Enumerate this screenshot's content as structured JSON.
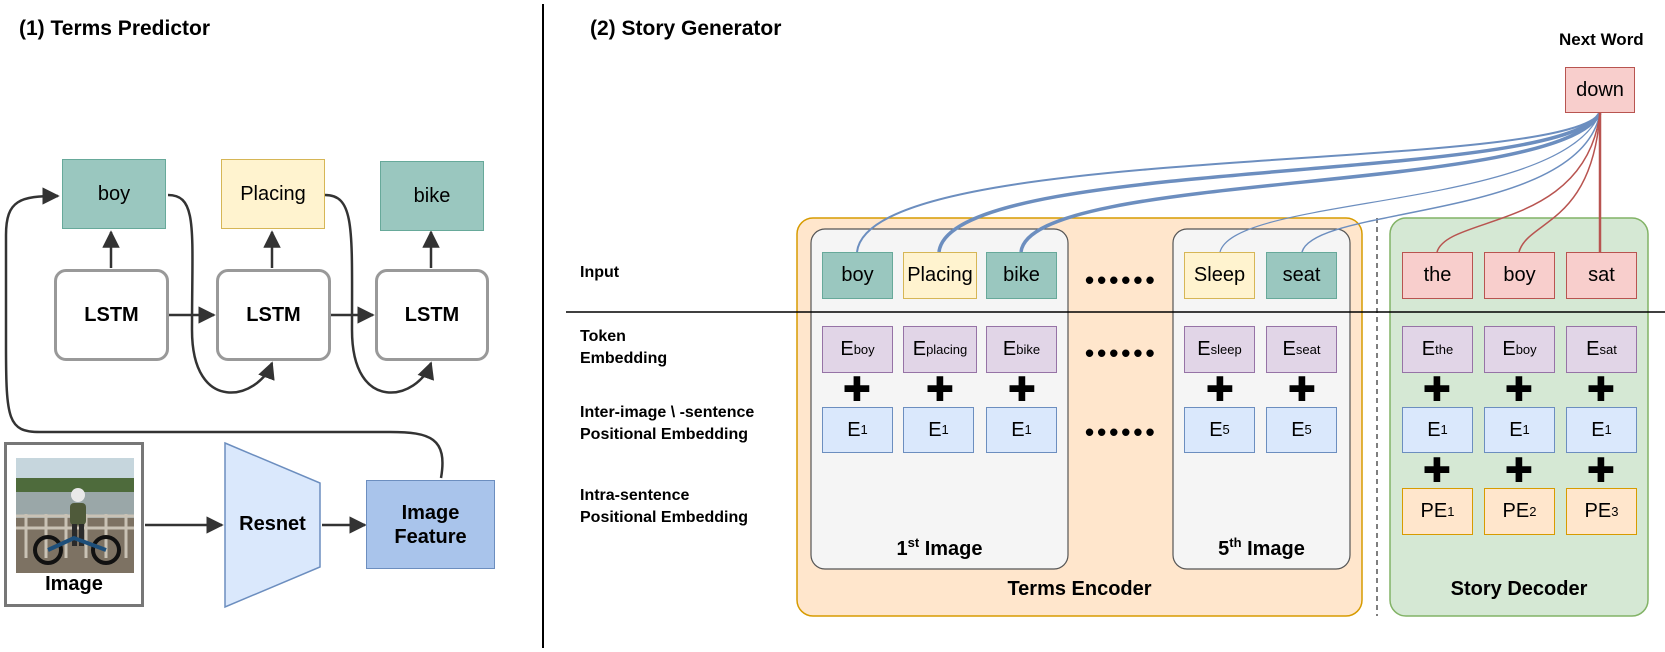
{
  "panel1": {
    "title": "(1) Terms Predictor",
    "predicted_terms": [
      "boy",
      "Placing",
      "bike"
    ],
    "lstm_label": "LSTM",
    "image_label": "Image",
    "resnet_label": "Resnet",
    "image_feature_line1": "Image",
    "image_feature_line2": "Feature"
  },
  "panel2": {
    "title": "(2) Story Generator",
    "next_word_label": "Next Word",
    "next_word": "down",
    "row_labels": {
      "input": "Input",
      "token_line1": "Token",
      "token_line2": "Embedding",
      "inter_line1": "Inter-image \\ -sentence",
      "inter_line2": "Positional Embedding",
      "intra_line1": "Intra-sentence",
      "intra_line2": "Positional Embedding"
    },
    "encoder": {
      "label": "Terms Encoder",
      "image1": {
        "ordinal": "1",
        "suffix": "st",
        "word": "Image",
        "terms": [
          "boy",
          "Placing",
          "bike"
        ],
        "token_subs": [
          "boy",
          "placing",
          "bike"
        ],
        "pos_subs": [
          "1",
          "1",
          "1"
        ]
      },
      "image5": {
        "ordinal": "5",
        "suffix": "th",
        "word": "Image",
        "terms": [
          "Sleep",
          "seat"
        ],
        "token_subs": [
          "sleep",
          "seat"
        ],
        "pos_subs": [
          "5",
          "5"
        ]
      },
      "ellipsis": "••••••"
    },
    "decoder": {
      "label": "Story Decoder",
      "words": [
        "the",
        "boy",
        "sat"
      ],
      "token_subs": [
        "the",
        "boy",
        "sat"
      ],
      "pos_subs": [
        "1",
        "1",
        "1"
      ],
      "pe_subs": [
        "1",
        "2",
        "3"
      ]
    },
    "embedding_letter": "E",
    "pe_prefix": "PE",
    "plus_sign": "✚"
  },
  "colors": {
    "teal": "#9ac7bf",
    "yellow": "#fff3cf",
    "red": "#f8cecc",
    "purple": "#e1d5e7",
    "blue": "#dae8fc",
    "orange": "#ffe6cc",
    "green": "#d5e8d4",
    "attention_blue": "#6c8ebf",
    "attention_red": "#b85450"
  }
}
